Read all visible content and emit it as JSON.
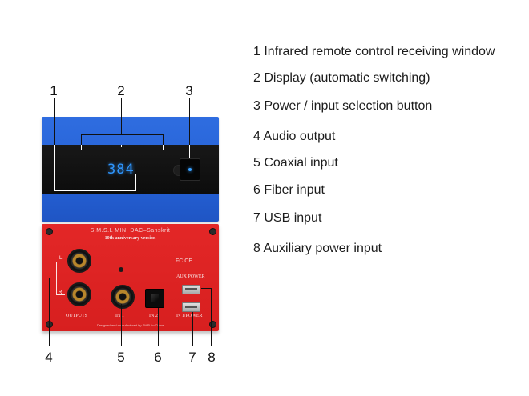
{
  "callouts": {
    "top": [
      "1",
      "2",
      "3"
    ],
    "bottom": [
      "4",
      "5",
      "6",
      "7",
      "8"
    ]
  },
  "legend": [
    "1 Infrared remote control receiving window",
    "2 Display (automatic switching)",
    "3 Power / input selection button",
    "4 Audio output",
    "5 Coaxial input",
    "6 Fiber input",
    "7 USB input",
    "8 Auxiliary power input"
  ],
  "device": {
    "display_value": "384",
    "brand": "S.M.S.L  MINI DAC–Sanskrit",
    "edition": "10th anniversary version",
    "cert_mark": "FC CE",
    "jack_left": "L",
    "jack_right": "R",
    "label_outputs": "OUTPUTS",
    "label_in1": "IN 1",
    "label_in2": "IN 2",
    "label_aux": "AUX POWER",
    "label_in_upower": "IN 1/POWER",
    "credit": "Designed and manufactured by SMSL in China",
    "colors": {
      "front_panel": "#2561d6",
      "display_band": "#111111",
      "display_text": "#2e96ff",
      "rear_panel": "#d71f1f"
    }
  }
}
